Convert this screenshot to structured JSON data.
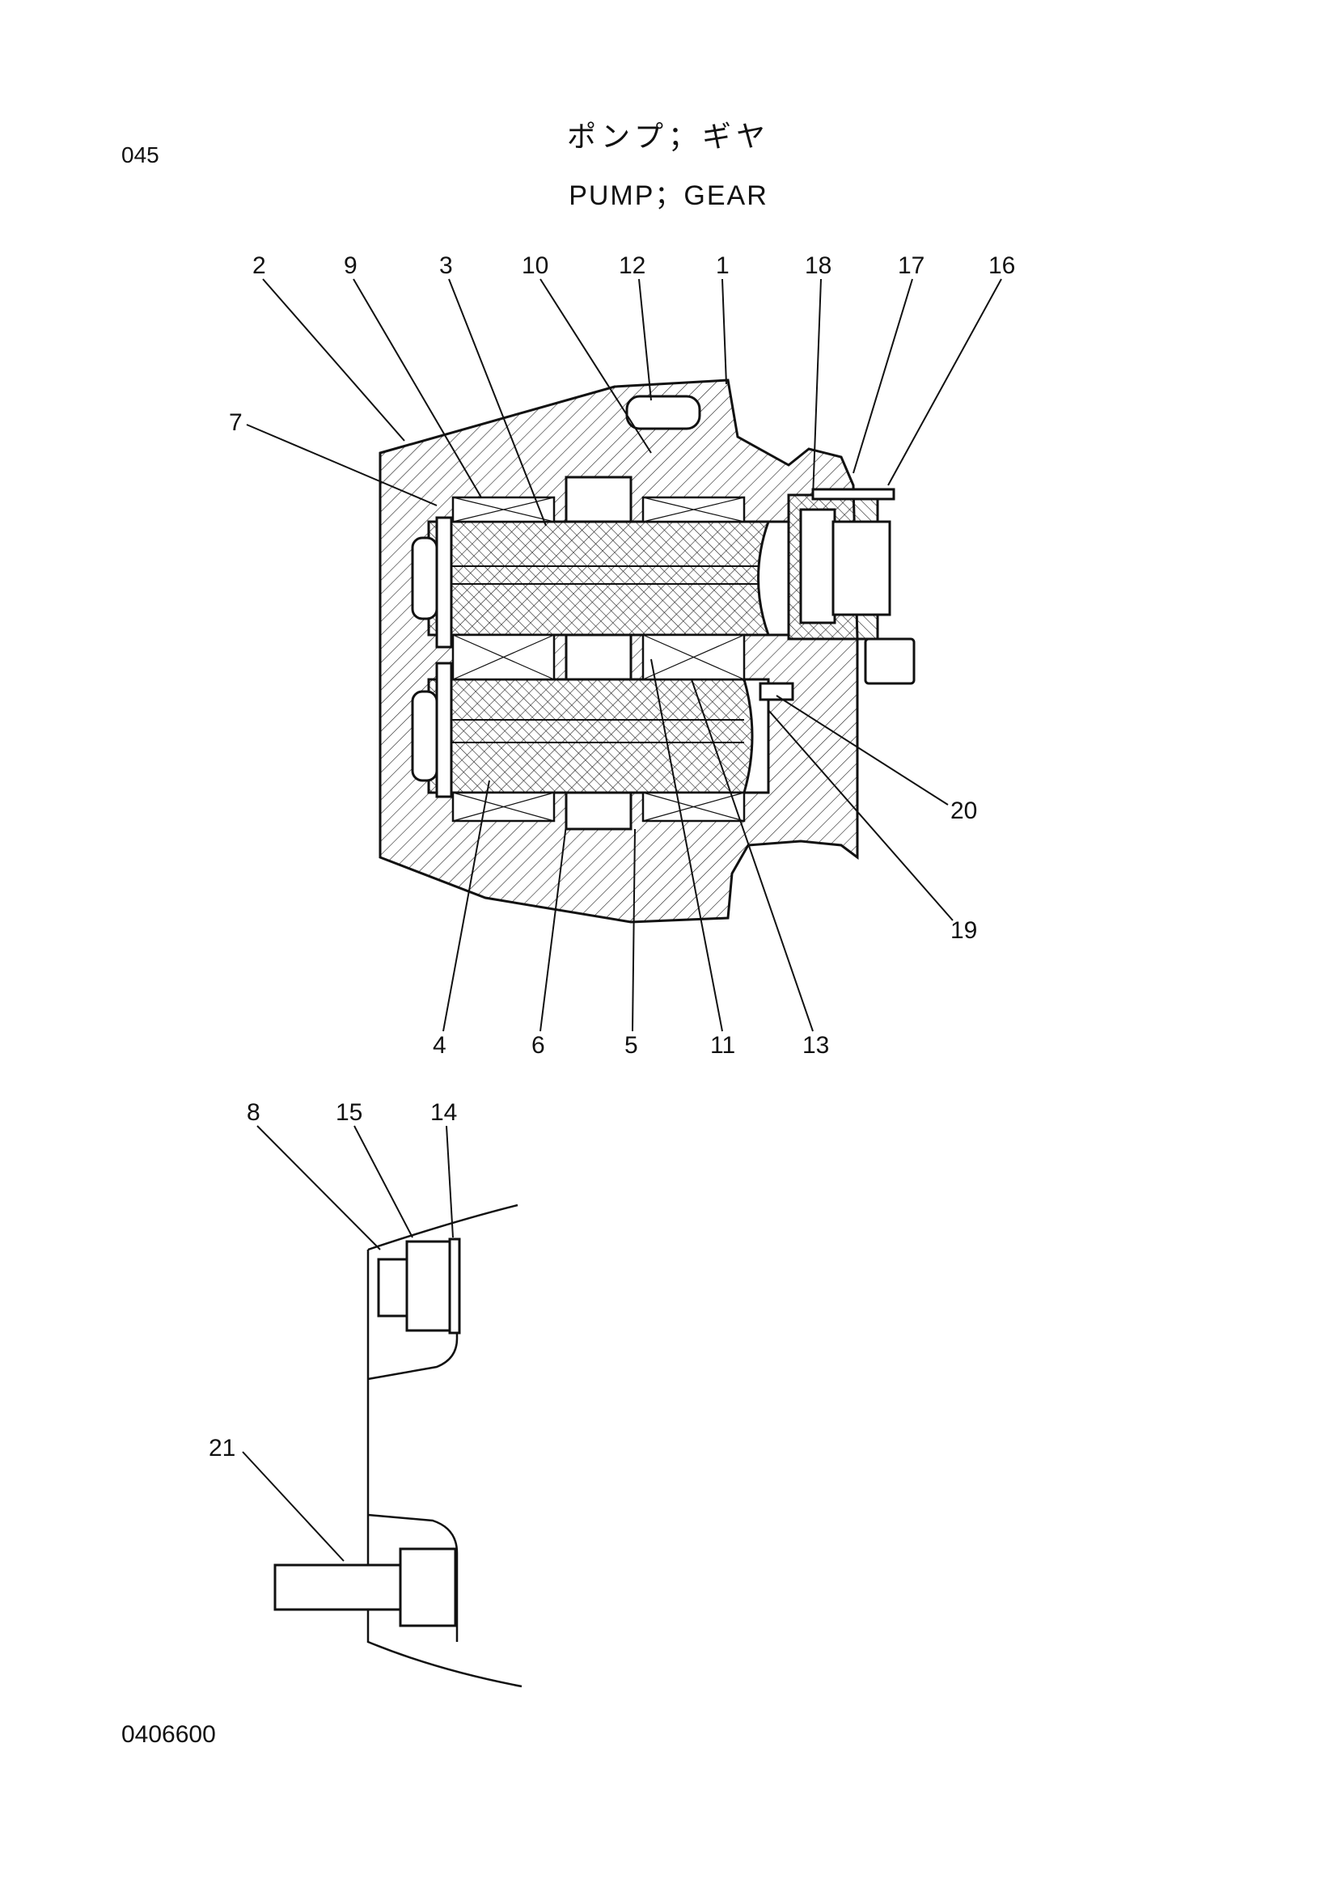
{
  "page_code": "045",
  "title_jp": "ポンプ；ギヤ",
  "title_en": "PUMP；GEAR",
  "document_id": "0406600",
  "callouts": {
    "c1": "1",
    "c2": "2",
    "c3": "3",
    "c4": "4",
    "c5": "5",
    "c6": "6",
    "c7": "7",
    "c8": "8",
    "c9": "9",
    "c10": "10",
    "c11": "11",
    "c12": "12",
    "c13": "13",
    "c14": "14",
    "c15": "15",
    "c16": "16",
    "c17": "17",
    "c18": "18",
    "c19": "19",
    "c20": "20",
    "c21": "21"
  }
}
